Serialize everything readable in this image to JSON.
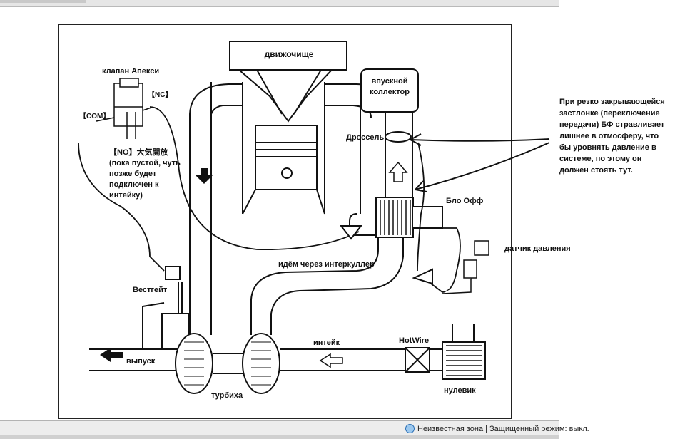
{
  "diagram": {
    "labels": {
      "engine": "движочище",
      "apexi_valve": "клапан Апекси",
      "nc_port": "【NC】",
      "com_port": "【COM】",
      "no_port": "【NO】大気開放",
      "no_note": [
        "(пока пустой, чуть",
        "позже будет",
        "подключен к",
        "интейку)"
      ],
      "intake_manifold": [
        "впускной",
        "коллектор"
      ],
      "throttle": "Дроссель",
      "bov": "Бло Офф",
      "pressure_sensor": "датчик давления",
      "intercooler_route": "идём через интеркуллер",
      "wastegate": "Вестгейт",
      "intake": "интейк",
      "hotwire": "HotWire",
      "exhaust": "выпуск",
      "turbo": "турбиха",
      "filter": "нулевик"
    },
    "note": [
      "При резко закрывающейся",
      "застлонке (переключение",
      "передачи) БФ стравливает",
      "лишнее в отмосферу, что",
      "бы уровнять давление в",
      "системе, по этому он",
      "должен стоять тут."
    ]
  },
  "status": {
    "zone_text": "Неизвестная зона | Защищенный режим: выкл."
  },
  "icons": [
    "globe-icon",
    "arrow-up-icon",
    "arrow-down-icon",
    "arrow-left-icon"
  ]
}
